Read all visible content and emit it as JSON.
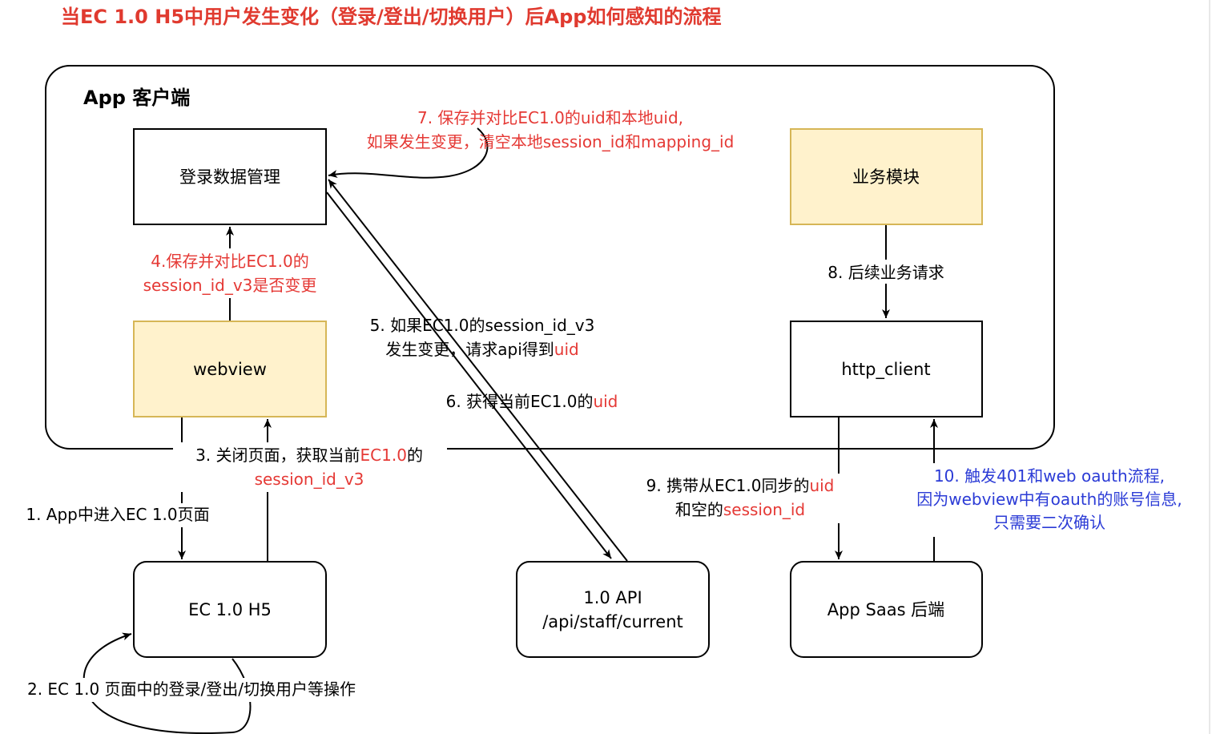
{
  "title": "当EC 1.0 H5中用户发生变化（登录/登出/切换用户）后App如何感知的流程",
  "group": {
    "label": "App 客户端"
  },
  "nodes": {
    "login_data_mgmt": "登录数据管理",
    "webview": "webview",
    "business_module": "业务模块",
    "http_client": "http_client",
    "ec_h5": "EC 1.0 H5",
    "api_line1": "1.0 API",
    "api_line2": "/api/staff/current",
    "app_saas": "App Saas 后端"
  },
  "labels": {
    "step1": "1. App中进入EC 1.0页面",
    "step2": "2. EC 1.0 页面中的登录/登出/切换用户等操作",
    "step3_line1": "3. 关闭页面，获取当前",
    "step3_red": "EC1.0",
    "step3_line1_end": "的",
    "step3_line2": "session_id_v3",
    "step4_line1": "4.保存并对比EC1.0的",
    "step4_line2": "session_id_v3是否变更",
    "step5_line1": "5. 如果EC1.0的session_id_v3",
    "step5_line2": "发生变更，请求api得到",
    "step5_red": "uid",
    "step6": "6. 获得当前EC1.0的",
    "step6_red": "uid",
    "step7_line1": "7. 保存并对比EC1.0的uid和本地uid,",
    "step7_line2": "如果发生变更，清空本地session_id和mapping_id",
    "step8": "8. 后续业务请求",
    "step9_line1": "9. 携带从EC1.0同步的",
    "step9_red1": "uid",
    "step9_line2": "和空的",
    "step9_red2": "session_id",
    "step10_line1": "10. 触发401和web oauth流程,",
    "step10_line2": "因为webview中有oauth的账号信息,",
    "step10_line3": "只需要二次确认"
  },
  "colors": {
    "title": "#e03a2f",
    "label_red": "#e53935",
    "label_blue": "#2b3bd6",
    "highlight_fill": "#fff2cc",
    "highlight_stroke": "#d6b656"
  }
}
